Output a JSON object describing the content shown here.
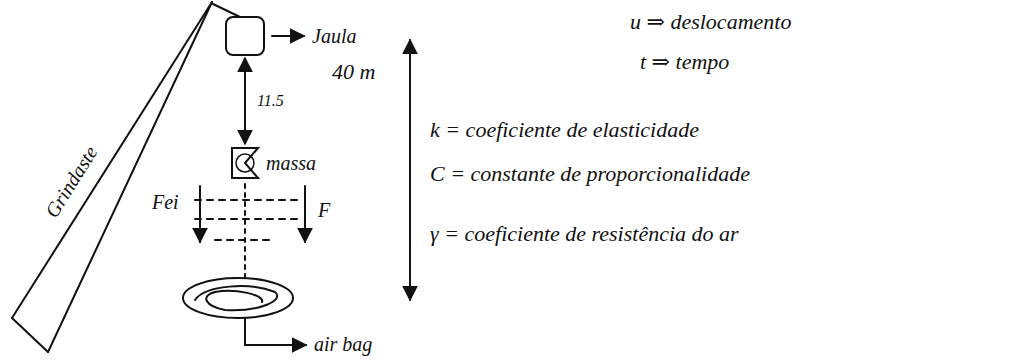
{
  "diagram": {
    "nodes": [
      {
        "text": [
          "Jaula"
        ]
      },
      {
        "text": [
          "massa"
        ]
      }
    ],
    "edges": [
      {
        "from": 0,
        "to": 1,
        "arrow": "both",
        "label": "11.5"
      }
    ],
    "labels": [
      "Grindaste",
      "40 m",
      "Fei",
      "F",
      "air bag",
      "u ⇒ deslocamento",
      "t ⇒ tempo",
      "k = coeficiente de elasticidade",
      "C = constante de proporcionalidade",
      "γ = coeficiente de resistência do ar"
    ]
  }
}
